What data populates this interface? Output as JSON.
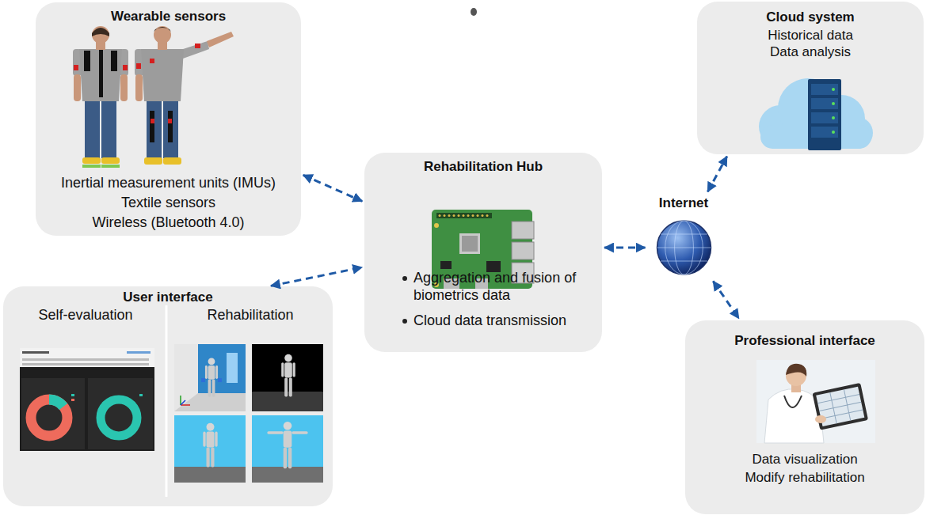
{
  "diagram": {
    "nodes": [
      {
        "text": [
          "Wearable sensors",
          "Inertial measurement units (IMUs)",
          "Textile sensors",
          "Wireless (Bluetooth 4.0)"
        ]
      },
      {
        "text": [
          "Cloud system",
          "Historical data",
          "Data analysis"
        ]
      },
      {
        "text": [
          "Rehabilitation Hub",
          "Aggregation and fusion of biometrics data",
          "Cloud data transmission"
        ]
      },
      {
        "text": [
          "Internet"
        ]
      },
      {
        "text": [
          "User interface",
          "Self-evaluation",
          "Rehabilitation"
        ]
      },
      {
        "text": [
          "Professional interface",
          "Data visualization",
          "Modify rehabilitation"
        ]
      }
    ],
    "edges": [
      {
        "from": 0,
        "to": 2,
        "arrow": "both"
      },
      {
        "from": 4,
        "to": 2,
        "arrow": "both"
      },
      {
        "from": 2,
        "to": 3,
        "arrow": "both"
      },
      {
        "from": 3,
        "to": 1,
        "arrow": "both"
      },
      {
        "from": 3,
        "to": 5,
        "arrow": "both"
      }
    ]
  }
}
